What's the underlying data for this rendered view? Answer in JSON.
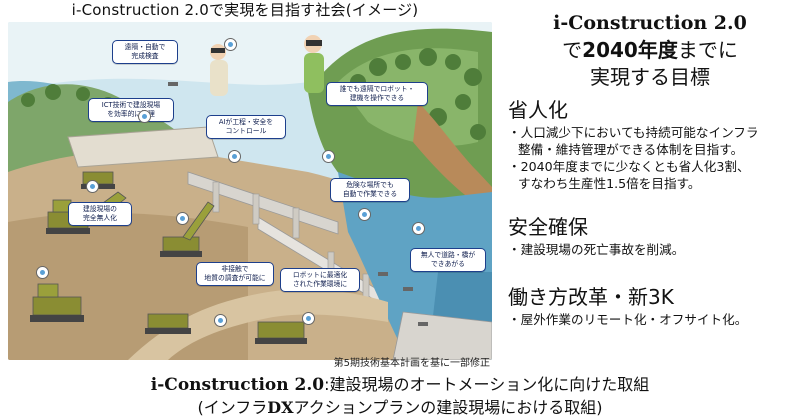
{
  "illustration": {
    "title": "i-Construction 2.0で実現を目指す社会(イメージ)",
    "source_note": "第5期技術基本計画を基に一部修正",
    "callouts": [
      {
        "name": "callout-remote-inspection",
        "text": "遠隔・自動で\n完成検査"
      },
      {
        "name": "callout-ict-management",
        "text": "ICT技術で建設現場\nを効率的に管理"
      },
      {
        "name": "callout-ai-safety",
        "text": "AIが工程・安全を\nコントロール"
      },
      {
        "name": "callout-remote-robot",
        "text": "誰でも遠隔でロボット・\n建機を操作できる"
      },
      {
        "name": "callout-dangerous-auto",
        "text": "危険な場所でも\n自動で作業できる"
      },
      {
        "name": "callout-full-unmanned",
        "text": "建設現場の\n完全無人化"
      },
      {
        "name": "callout-nondestructive",
        "text": "非接触で\n地質の調査が可能に"
      },
      {
        "name": "callout-robot-env",
        "text": "ロボットに最適化\nされた作業環境に"
      },
      {
        "name": "callout-unmanned-road",
        "text": "無人で道路・橋が\nできあがる"
      }
    ]
  },
  "right": {
    "title_line1": "i-Construction 2.0",
    "title_line2_bold": "2040年度",
    "title_line2_prefix": "で",
    "title_line2_suffix": "までに",
    "title_line3": "実現する目標",
    "sections": [
      {
        "heading": "省人化",
        "bullets": [
          "・人口減少下においても持続可能なインフラ\n整備・維持管理ができる体制を目指す。",
          "・2040年度までに少なくとも省人化3割、\nすなわち生産性1.5倍を目指す。"
        ]
      },
      {
        "heading": "安全確保",
        "bullets": [
          "・建設現場の死亡事故を削減。"
        ]
      },
      {
        "heading": "働き方改革・新3K",
        "bullets": [
          "・屋外作業のリモート化・オフサイト化。"
        ]
      }
    ]
  },
  "bottom": {
    "line1_en": "i-Construction 2.0",
    "line1_jp": ":建設現場のオートメーション化に向けた取組",
    "line2_prefix": "(インフラ",
    "line2_dx": "DX",
    "line2_suffix": "アクションプランの建設現場における取組)"
  }
}
